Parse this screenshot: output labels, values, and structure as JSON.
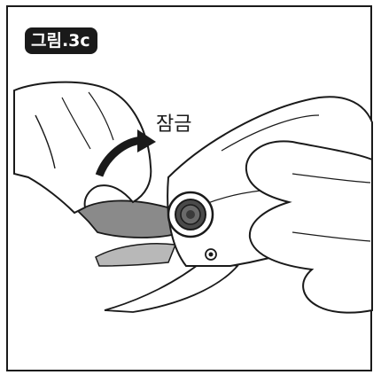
{
  "figure": {
    "label": "그림.3c",
    "action_label": "잠금"
  },
  "illustration": {
    "subject": "hand-locking-pruning-shears",
    "icon_names": [
      "rotation-arrow-icon",
      "lock-knob-icon",
      "shears-blade-icon",
      "left-hand-icon",
      "right-hand-icon"
    ]
  },
  "colors": {
    "ink": "#1a1a1a",
    "blade_gray": "#8a8a8a",
    "blade_light": "#b8b8b8",
    "background": "#ffffff"
  }
}
